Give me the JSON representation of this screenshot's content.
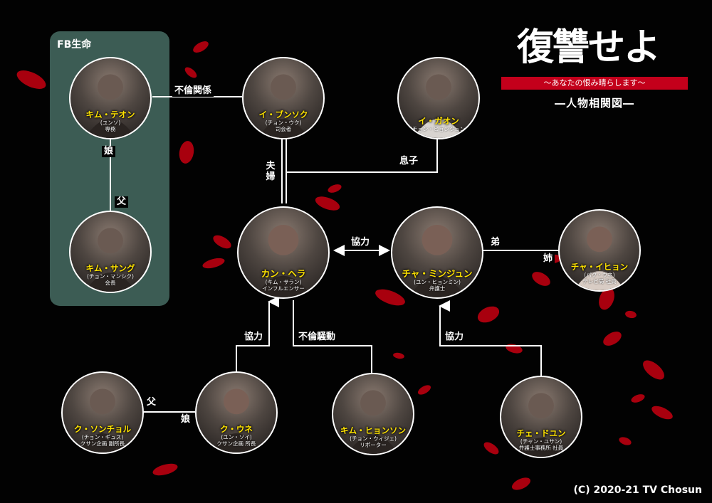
{
  "diagram": {
    "title": "復讐せよ",
    "subtitle": "〜あなたの恨み晴らします〜",
    "chart_title": "―人物相関図―",
    "copyright": "(C) 2020-21 TV Chosun",
    "group_label": "FB生命",
    "colors": {
      "background": "#020202",
      "group_box": "#3c5c54",
      "name": "#ffe300",
      "accent_red": "#c3001b",
      "line": "#ffffff"
    },
    "people": {
      "kim_taeon": {
        "name": "キム・テオン",
        "actor": "(ユンソ)",
        "role": "専務"
      },
      "lee_pyeonsok": {
        "name": "イ・ブンソク",
        "actor": "(チョン・ウク)",
        "role": "司会者"
      },
      "lee_gaon": {
        "name": "イ・ガオン",
        "actor": "(チョン・ヒョンジュン)",
        "role": ""
      },
      "kim_sangu": {
        "name": "キム・サング",
        "actor": "(チョン・マンシク)",
        "role": "会長"
      },
      "kang_hera": {
        "name": "カン・ヘラ",
        "actor": "(キム・サラン)",
        "role": "インフルエンサー"
      },
      "cha_minjun": {
        "name": "チャ・ミンジュン",
        "actor": "(ユン・ヒョンミン)",
        "role": "弁護士"
      },
      "cha_ihyon": {
        "name": "チャ・イヒョン",
        "actor": "(パク・ウネ)",
        "role": "テレビ局 社員"
      },
      "ku_sonchol": {
        "name": "ク・ソンチョル",
        "actor": "(チョン・ギュス)",
        "role": "クサン企画 副所長"
      },
      "ku_une": {
        "name": "ク・ウネ",
        "actor": "(ユン・ソイ)",
        "role": "クサン企画 所長"
      },
      "kim_hyonson": {
        "name": "キム・ヒョンソン",
        "actor": "(チョン・ウィジェ)",
        "role": "リポーター"
      },
      "che_dyun": {
        "name": "チェ・ドユン",
        "actor": "(チャン・ユサン)",
        "role": "弁護士事務所 社員"
      }
    },
    "relations": {
      "affair": "不倫関係",
      "spouses": "夫婦",
      "son": "息子",
      "daughter": "娘",
      "father": "父",
      "coop_1": "協力",
      "coop_2": "協力",
      "coop_3": "協力",
      "scandal": "不倫騒動",
      "younger_brother": "弟",
      "older_sister": "姉",
      "father_2": "父",
      "daughter_2": "娘"
    }
  }
}
